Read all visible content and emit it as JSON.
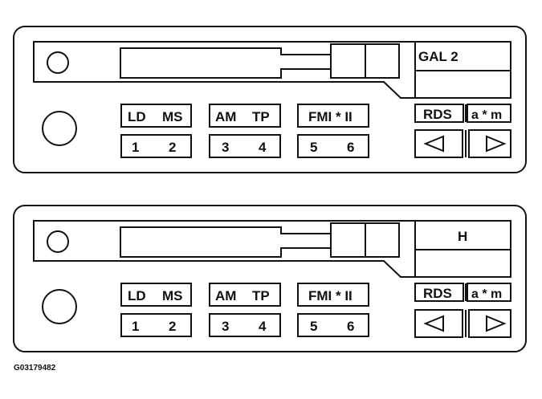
{
  "figure_id": "G03179482",
  "stroke_color": "#111111",
  "background_color": "#ffffff",
  "panels": [
    {
      "display_text": "GAL 2",
      "mode_buttons": [
        "LD",
        "MS",
        "AM",
        "TP",
        "FMI * II"
      ],
      "preset_buttons": [
        "1",
        "2",
        "3",
        "4",
        "5",
        "6"
      ],
      "rds_label": "RDS",
      "am_label": "a * m",
      "left_arrow": "left-arrow-icon",
      "right_arrow": "right-arrow-icon"
    },
    {
      "display_text": "H",
      "mode_buttons": [
        "LD",
        "MS",
        "AM",
        "TP",
        "FMI * II"
      ],
      "preset_buttons": [
        "1",
        "2",
        "3",
        "4",
        "5",
        "6"
      ],
      "rds_label": "RDS",
      "am_label": "a * m",
      "left_arrow": "left-arrow-icon",
      "right_arrow": "right-arrow-icon"
    }
  ]
}
